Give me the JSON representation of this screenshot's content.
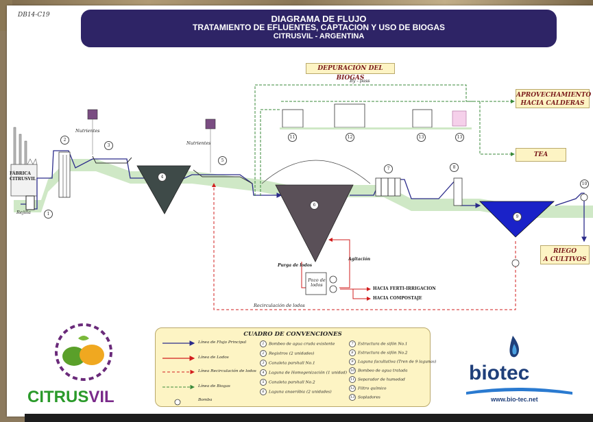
{
  "header": {
    "code": "DB14-C19",
    "title_line1": "DIAGRAMA DE FLUJO",
    "title_line2": "TRATAMIENTO DE EFLUENTES, CAPTACION Y USO DE BIOGAS",
    "title_line3": "CITRUSVIL - ARGENTINA"
  },
  "boxes": {
    "biogas_purification": "DEPURACIÓN DEL BIOGAS",
    "boilers_line1": "APROVECHAMIENTO",
    "boilers_line2": "HACIA CALDERAS",
    "flare": "TEA",
    "irrigation_line1": "RIEGO",
    "irrigation_line2": "A CULTIVOS"
  },
  "labels": {
    "bypass": "By - pass",
    "nutrients_1": "Nutrientes",
    "nutrients_2": "Nutrientes",
    "factory_line1": "FÁBRICA",
    "factory_line2": "CITRUSVIL",
    "grid": "Rejilla",
    "sludge_purge": "Purga de lodos",
    "agitation": "Agitación",
    "sludge_well_line1": "Pozo de",
    "sludge_well_line2": "lodos",
    "ferti_irrigation": "HACIA FERTI-IRRIGACION",
    "composting": "HACIA COMPOSTAJE",
    "sludge_recirc": "Recirculación de lodos"
  },
  "node_numbers": {
    "n1": "1",
    "n2": "2",
    "n3": "3",
    "n4": "4",
    "n5": "5",
    "n6": "6",
    "n7": "7",
    "n8": "8",
    "n9": "9",
    "n10": "10",
    "n11": "11",
    "n12": "12",
    "n13": "13",
    "n14": "13"
  },
  "legend": {
    "title": "CUADRO DE CONVENCIONES",
    "lines": [
      {
        "label": "Línea de Flujo Principal",
        "color": "#2a2a8a"
      },
      {
        "label": "Línea de Lodos",
        "color": "#d21c1c"
      },
      {
        "label": "Línea Recirculación de lodos",
        "color": "#d21c1c"
      },
      {
        "label": "Línea de Biogas",
        "color": "#3a8a3a"
      }
    ],
    "blower_label": "Bomba",
    "items_col1": [
      {
        "n": "1",
        "text": "Bombeo de agua cruda existente"
      },
      {
        "n": "2",
        "text": "Registros (2 unidades)"
      },
      {
        "n": "3",
        "text": "Canaleta parshall No.1"
      },
      {
        "n": "4",
        "text": "Laguna de Homogenización (1 unidad)"
      },
      {
        "n": "5",
        "text": "Canaleta parshall No.2"
      },
      {
        "n": "6",
        "text": "Laguna anaeróbia (2 unidades)"
      }
    ],
    "items_col2": [
      {
        "n": "7",
        "text": "Estructura de sifón No.1"
      },
      {
        "n": "8",
        "text": "Estructura de sifón No.2"
      },
      {
        "n": "9",
        "text": "Laguna facultativa (Tren de 9 lagunas)"
      },
      {
        "n": "10",
        "text": "Bombeo de agua tratada"
      },
      {
        "n": "11",
        "text": "Separador de humedad"
      },
      {
        "n": "12",
        "text": "Filtro químico"
      },
      {
        "n": "13",
        "text": "Sopladores"
      }
    ]
  },
  "logos": {
    "citrusvil_part1": "CITRUS",
    "citrusvil_part2": "VIL",
    "biotec": "biotec",
    "biotec_url": "www.bio-tec.net"
  },
  "colors": {
    "banner": "#2e2466",
    "main_flow": "#2a2a8a",
    "sludge": "#d21c1c",
    "biogas": "#3a8a3a",
    "ground": "#cfe8c6",
    "lagoon_dark": "#3e4a48",
    "lagoon_blue": "#1a22c8"
  }
}
